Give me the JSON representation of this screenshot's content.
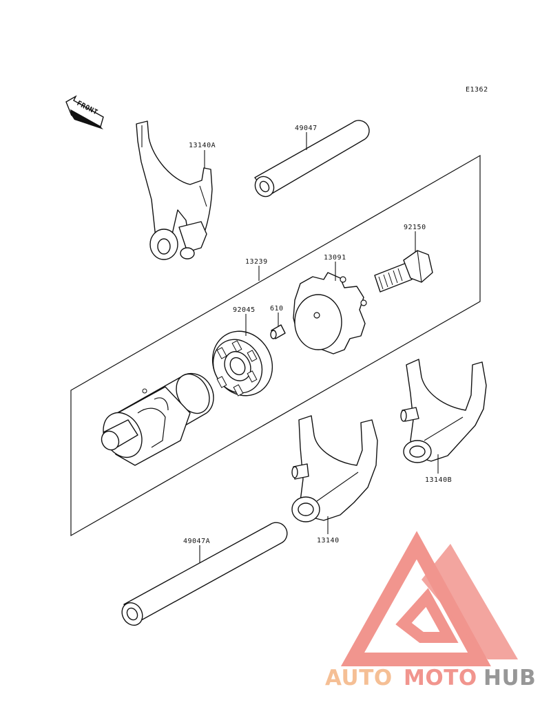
{
  "diagram": {
    "code": "E1362",
    "direction_label": "FRONT",
    "callouts": [
      {
        "id": "13140A",
        "text": "13140A"
      },
      {
        "id": "49047",
        "text": "49047"
      },
      {
        "id": "92150",
        "text": "92150"
      },
      {
        "id": "13239",
        "text": "13239"
      },
      {
        "id": "13091",
        "text": "13091"
      },
      {
        "id": "92045",
        "text": "92045"
      },
      {
        "id": "610",
        "text": "610"
      },
      {
        "id": "13140B",
        "text": "13140B"
      },
      {
        "id": "13140",
        "text": "13140"
      },
      {
        "id": "49047A",
        "text": "49047A"
      }
    ]
  },
  "watermark": {
    "brand_part1": "AUTO",
    "brand_part2": "MOTO",
    "brand_part3": "HUB",
    "color_light": "#f5b98a",
    "color_red": "#f08a82",
    "color_gray": "#8c8c8c"
  }
}
